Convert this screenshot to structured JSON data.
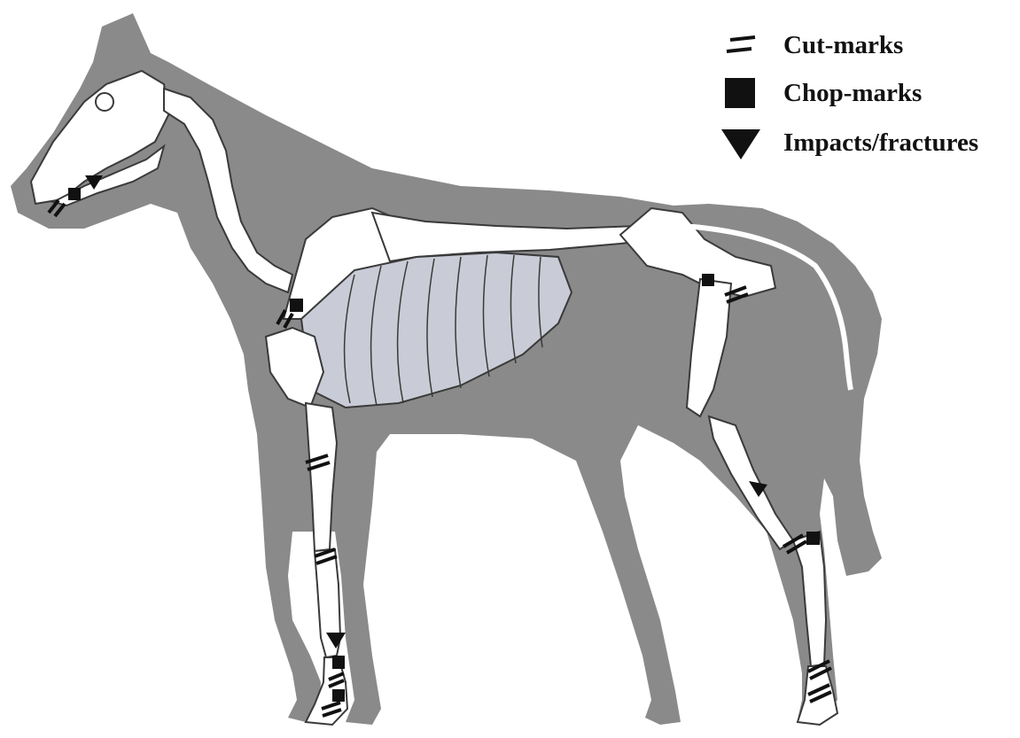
{
  "legend": {
    "cut": {
      "label": "Cut-marks",
      "icon": "cut-mark-icon"
    },
    "chop": {
      "label": "Chop-marks",
      "icon": "chop-mark-icon"
    },
    "impact": {
      "label": "Impacts/fractures",
      "icon": "impact-icon"
    }
  },
  "colors": {
    "silhouette": "#8a8a8a",
    "bone": "#ffffff",
    "bone_outline": "#3a3a3a",
    "ribcage_fill": "#c9ccd6",
    "marker": "#111111"
  }
}
